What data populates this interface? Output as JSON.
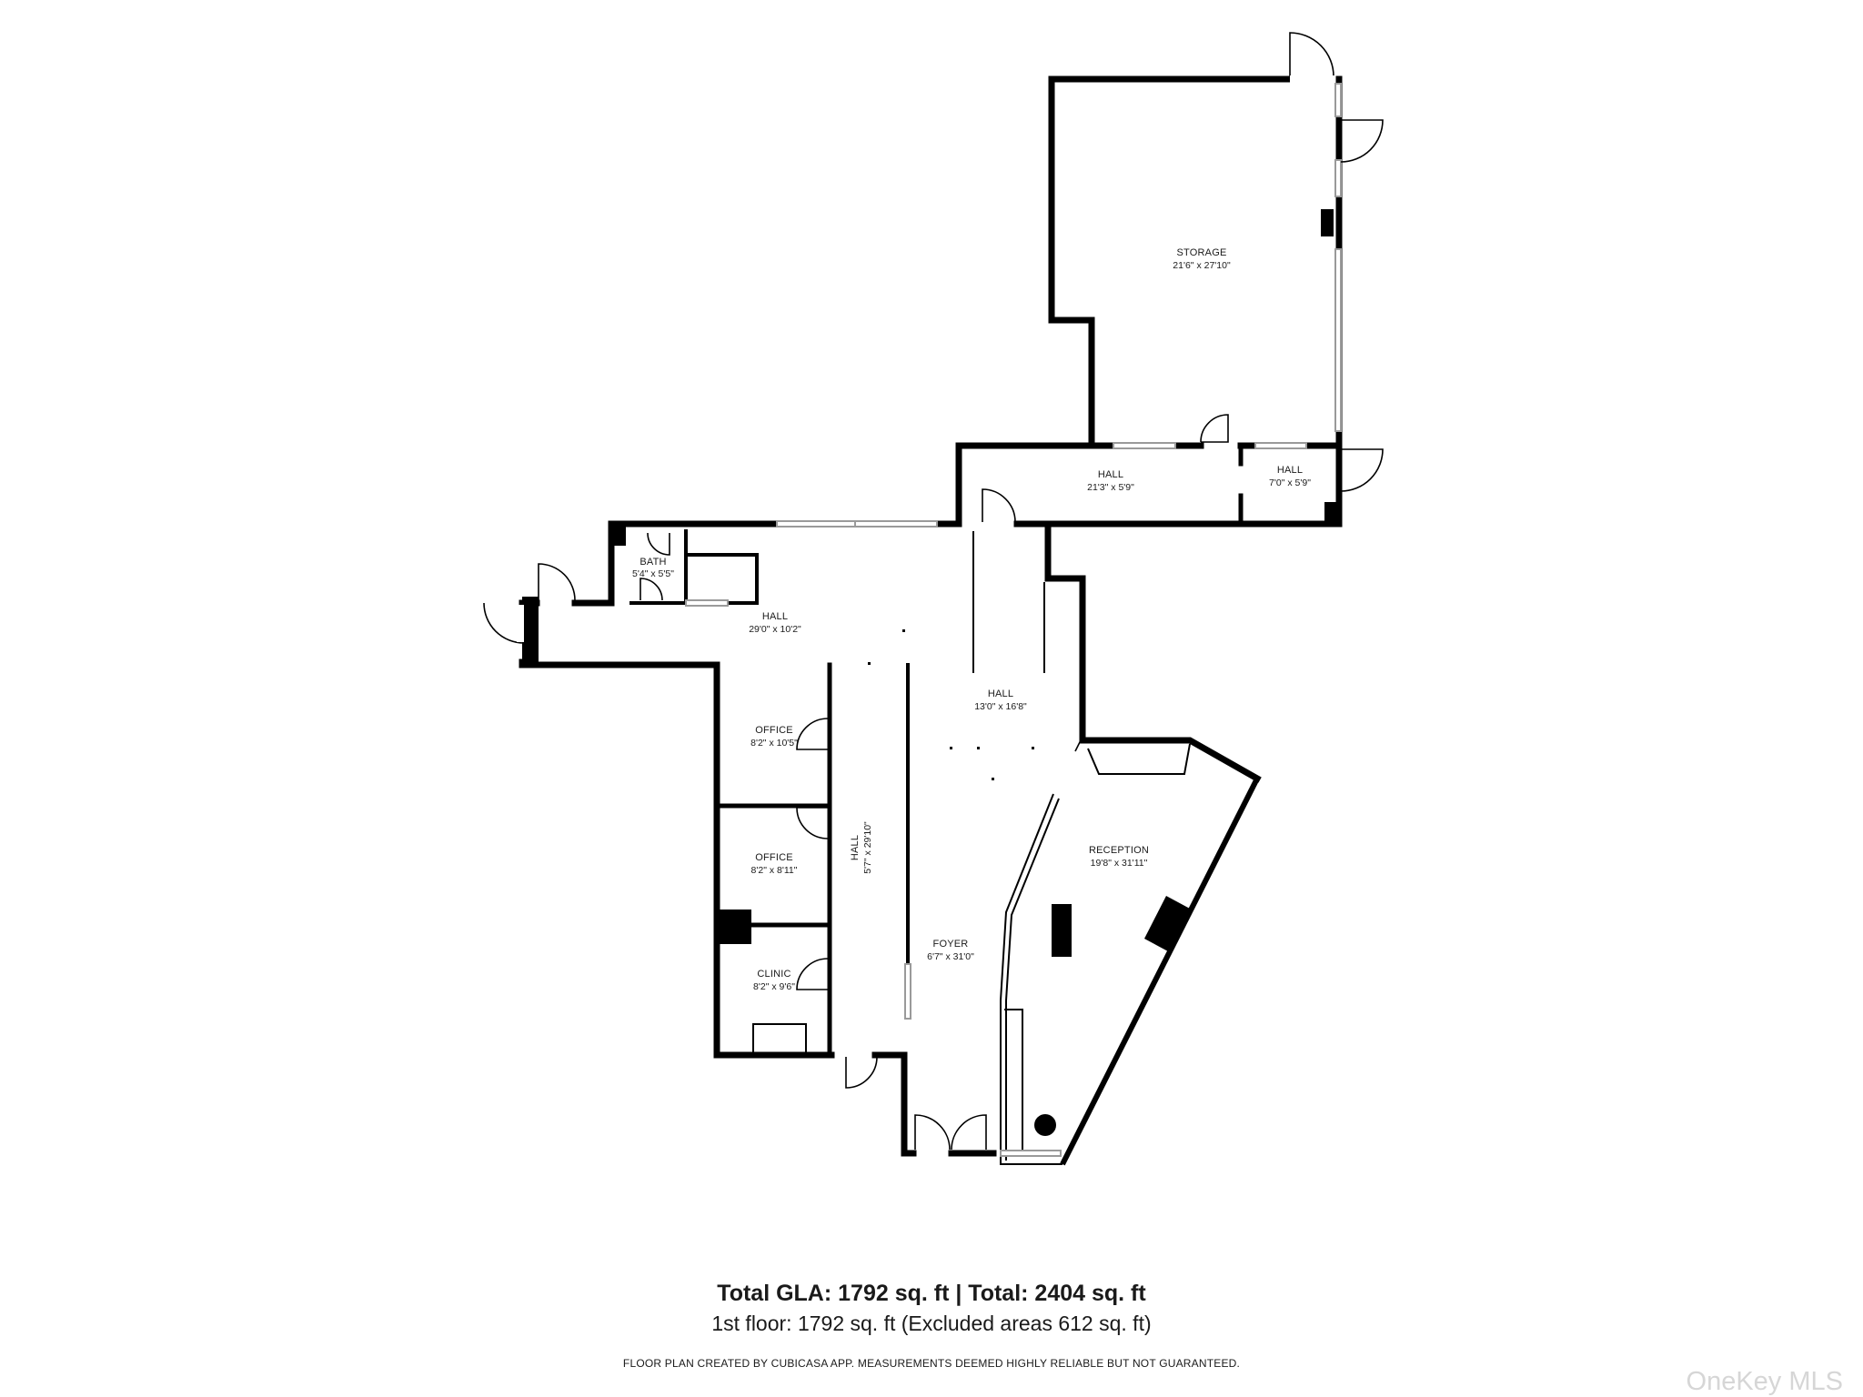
{
  "rooms": {
    "storage": {
      "name": "STORAGE",
      "dim": "21'6\" x 27'10\""
    },
    "hall_upper": {
      "name": "HALL",
      "dim": "21'3\" x 5'9\""
    },
    "hall_small": {
      "name": "HALL",
      "dim": "7'0\" x 5'9\""
    },
    "bath": {
      "name": "BATH",
      "dim": "5'4\" x 5'5\""
    },
    "hall_main": {
      "name": "HALL",
      "dim": "29'0\" x 10'2\""
    },
    "hall_center": {
      "name": "HALL",
      "dim": "13'0\" x 16'8\""
    },
    "office_1": {
      "name": "OFFICE",
      "dim": "8'2\" x 10'5\""
    },
    "office_2": {
      "name": "OFFICE",
      "dim": "8'2\" x 8'11\""
    },
    "hall_long": {
      "name": "HALL",
      "dim": "5'7\" x 29'10\""
    },
    "reception": {
      "name": "RECEPTION",
      "dim": "19'8\" x 31'11\""
    },
    "foyer": {
      "name": "FOYER",
      "dim": "6'7\" x 31'0\""
    },
    "clinic": {
      "name": "CLINIC",
      "dim": "8'2\" x 9'6\""
    }
  },
  "summary": {
    "total_line": "Total GLA: 1792 sq. ft | Total: 2404 sq. ft",
    "floor_line": "1st floor: 1792 sq. ft (Excluded areas 612 sq. ft)",
    "disclaimer": "FLOOR PLAN CREATED BY CUBICASA APP. MEASUREMENTS DEEMED HIGHLY RELIABLE BUT NOT GUARANTEED."
  },
  "watermark": "OneKey MLS",
  "colors": {
    "wall": "#000000",
    "window": "#9a9a9a",
    "text": "#1a1a1a",
    "watermark": "#d6d6d6",
    "background": "#ffffff"
  }
}
